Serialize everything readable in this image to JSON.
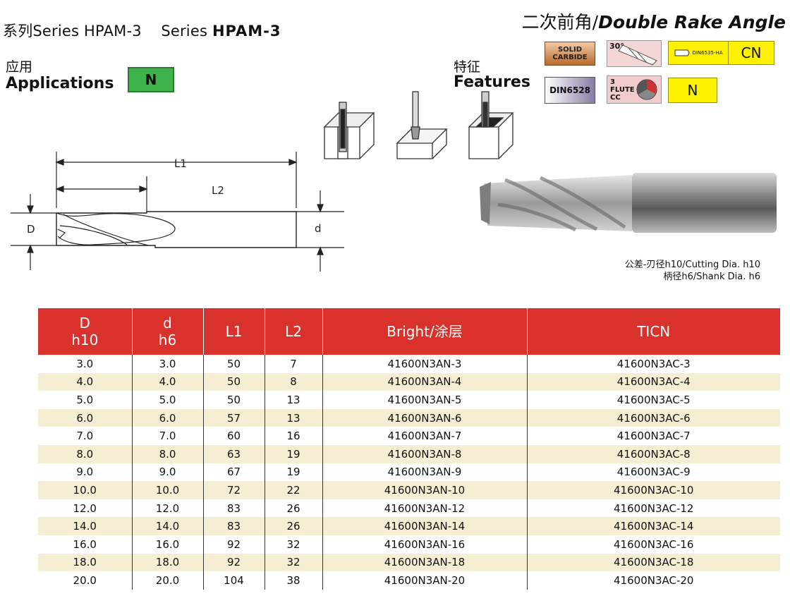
{
  "header": {
    "series_cn": "系列Series HPAM-3",
    "series_en_prefix": "Series",
    "series_en_code": "HPAM-3",
    "rake_cn": "二次前角/",
    "rake_en": "Double Rake Angle"
  },
  "applications": {
    "label_cn": "应用",
    "label_en": "Applications",
    "badge": "N",
    "badge_color": "#3fb34a"
  },
  "features": {
    "label_cn": "特征",
    "label_en": "Features"
  },
  "icons": {
    "solid_carbide": "SOLID CARBIDE",
    "helix": "30°",
    "din6535": "DIN6535-HA",
    "coating_badge": "CN",
    "din6528": "DIN6528",
    "flute": "3 FLUTE CC",
    "material_badge": "N",
    "accent_yellow": "#fff200"
  },
  "drawing": {
    "l1": "L1",
    "l2": "L2",
    "d_cut": "D",
    "d_shank": "d"
  },
  "tolerance": {
    "line1": "公差-刃径h10/Cutting Dia. h10",
    "line2": "柄径h6/Shank Dia. h6"
  },
  "table": {
    "header_color": "#d9322c",
    "columns": [
      {
        "l1": "D",
        "l2": "h10"
      },
      {
        "l1": "d",
        "l2": "h6"
      },
      {
        "l1": "L1",
        "l2": ""
      },
      {
        "l1": "L2",
        "l2": ""
      },
      {
        "l1": "Bright/涂层",
        "l2": ""
      },
      {
        "l1": "TICN",
        "l2": ""
      }
    ],
    "rows": [
      [
        "3.0",
        "3.0",
        "50",
        "7",
        "41600N3AN-3",
        "41600N3AC-3"
      ],
      [
        "4.0",
        "4.0",
        "50",
        "8",
        "41600N3AN-4",
        "41600N3AC-4"
      ],
      [
        "5.0",
        "5.0",
        "50",
        "13",
        "41600N3AN-5",
        "41600N3AC-5"
      ],
      [
        "6.0",
        "6.0",
        "57",
        "13",
        "41600N3AN-6",
        "41600N3AC-6"
      ],
      [
        "7.0",
        "7.0",
        "60",
        "16",
        "41600N3AN-7",
        "41600N3AC-7"
      ],
      [
        "8.0",
        "8.0",
        "63",
        "19",
        "41600N3AN-8",
        "41600N3AC-8"
      ],
      [
        "9.0",
        "9.0",
        "67",
        "19",
        "41600N3AN-9",
        "41600N3AC-9"
      ],
      [
        "10.0",
        "10.0",
        "72",
        "22",
        "41600N3AN-10",
        "41600N3AC-10"
      ],
      [
        "12.0",
        "12.0",
        "83",
        "26",
        "41600N3AN-12",
        "41600N3AC-12"
      ],
      [
        "14.0",
        "14.0",
        "83",
        "26",
        "41600N3AN-14",
        "41600N3AC-14"
      ],
      [
        "16.0",
        "16.0",
        "92",
        "32",
        "41600N3AN-16",
        "41600N3AC-16"
      ],
      [
        "18.0",
        "18.0",
        "92",
        "32",
        "41600N3AN-18",
        "41600N3AC-18"
      ],
      [
        "20.0",
        "20.0",
        "104",
        "38",
        "41600N3AN-20",
        "41600N3AC-20"
      ]
    ]
  }
}
